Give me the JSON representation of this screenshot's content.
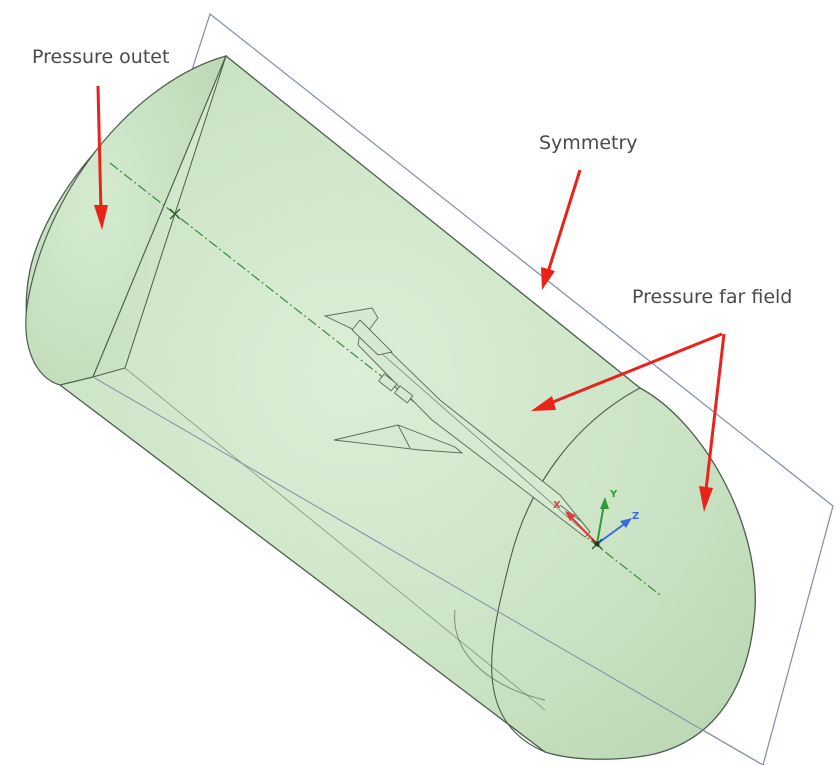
{
  "labels": {
    "pressure_outlet": "Pressure outet",
    "symmetry": "Symmetry",
    "pressure_far_field": "Pressure far field"
  },
  "axes": {
    "x": "X",
    "y": "Y",
    "z": "Z"
  },
  "colors": {
    "domain_fill": "#cfe5c9",
    "domain_edge": "#4a5a4a",
    "symmetry_plane": "#7a8aa8",
    "arrow": "#e8231a",
    "centerline": "#3c8a3c",
    "axis_x": "#e03a3a",
    "axis_y": "#2f9a3a",
    "axis_z": "#3a6ae0"
  }
}
